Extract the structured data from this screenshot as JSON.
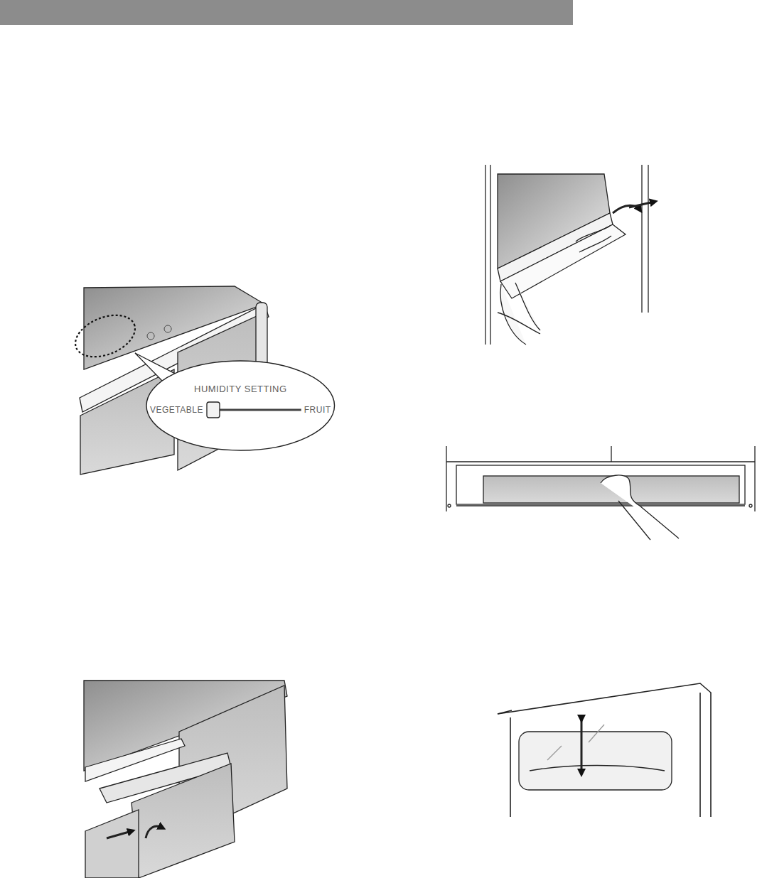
{
  "diagram": {
    "nodes": [
      {
        "text": [
          "HUMIDITY SETTING",
          "VEGETABLE",
          "FRUIT"
        ]
      }
    ]
  }
}
